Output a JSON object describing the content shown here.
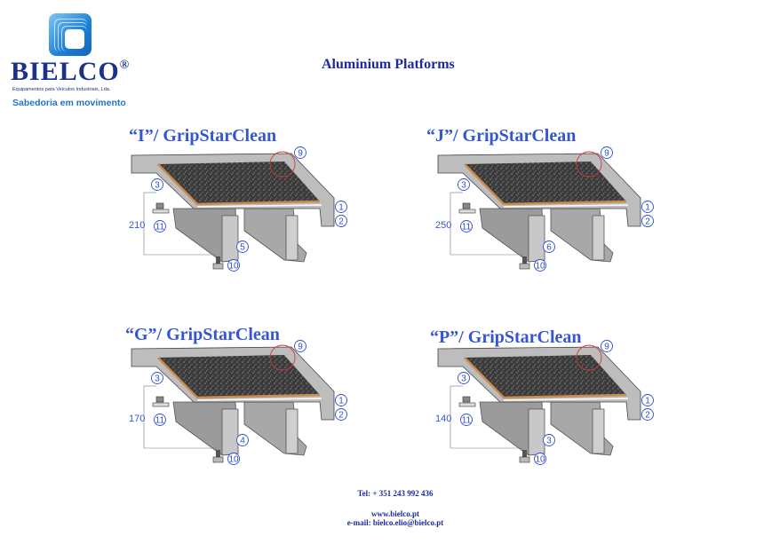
{
  "logo": {
    "brand": "BIELCO",
    "registered": "®",
    "subtitle": "Equipamentos para Veículos Industriais, Lda.",
    "slogan": "Sabedoria em movimento"
  },
  "title": "Aluminium Platforms",
  "colors": {
    "title_blue": "#3556d4",
    "brand_navy": "#1c3189",
    "callout_blue": "#2d4fd0",
    "highlight_red": "#d03a3a"
  },
  "panels": [
    {
      "title": "“I”/ GripStarClean",
      "height": "210",
      "callouts": {
        "top": "9",
        "left": "3",
        "front1": "1",
        "front2": "2",
        "clamp": "11",
        "profile": "5",
        "bolt": "10"
      }
    },
    {
      "title": "“J”/ GripStarClean",
      "height": "250",
      "callouts": {
        "top": "9",
        "left": "3",
        "front1": "1",
        "front2": "2",
        "clamp": "11",
        "profile": "6",
        "bolt": "10"
      }
    },
    {
      "title": "“G”/ GripStarClean",
      "height": "170",
      "callouts": {
        "top": "9",
        "left": "3",
        "front1": "1",
        "front2": "2",
        "clamp": "11",
        "profile": "4",
        "bolt": "10"
      }
    },
    {
      "title": "“P”/ GripStarClean",
      "height": "140",
      "callouts": {
        "top": "9",
        "left": "3",
        "front1": "1",
        "front2": "2",
        "clamp": "11",
        "profile": "3",
        "bolt": "10"
      }
    }
  ],
  "footer": {
    "tel": "Tel: + 351 243 992 436",
    "web": "www.bielco.pt",
    "email": "e-mail: bielco.elio@bielco.pt"
  }
}
